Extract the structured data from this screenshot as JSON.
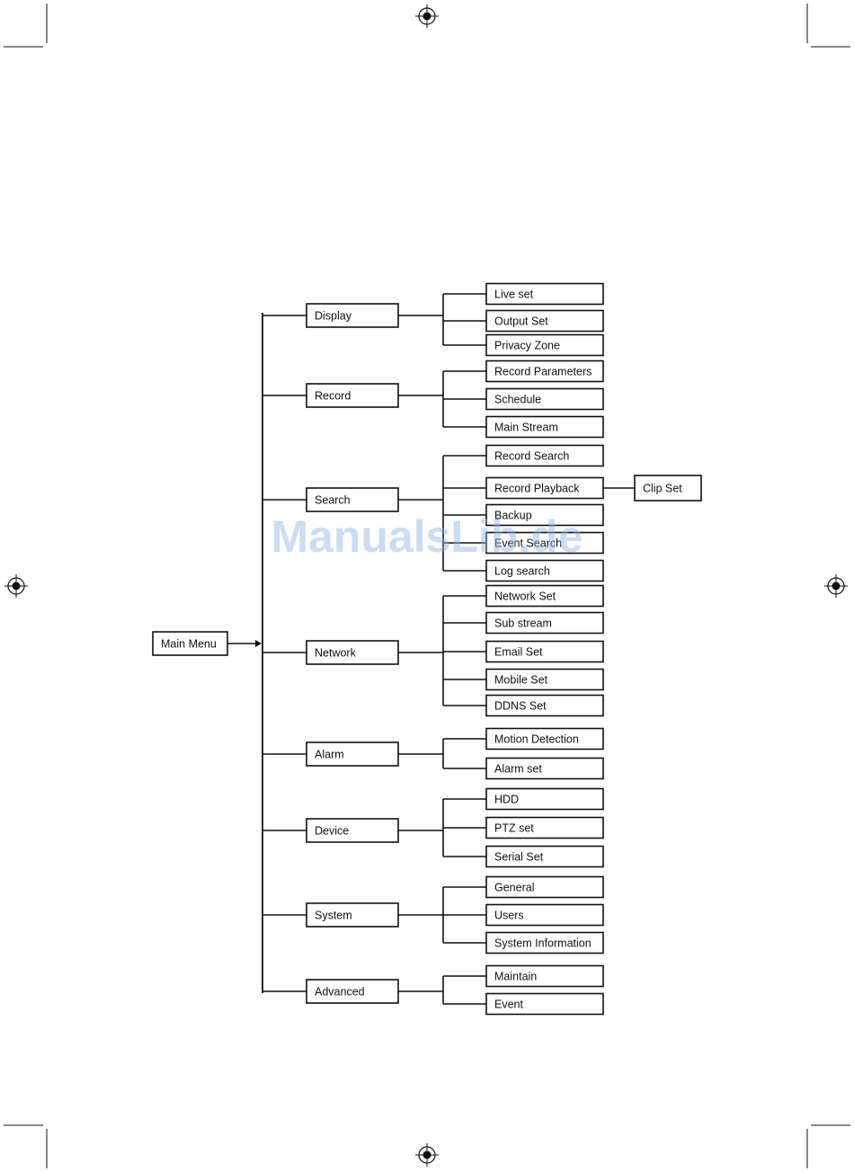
{
  "root": "Main Menu",
  "categories": [
    {
      "label": "Display",
      "items": [
        "Live set",
        "Output Set",
        "Privacy Zone"
      ]
    },
    {
      "label": "Record",
      "items": [
        "Record Parameters",
        "Schedule",
        "Main Stream"
      ]
    },
    {
      "label": "Search",
      "items": [
        "Record Search",
        "Record Playback",
        "Backup",
        "Event Search",
        "Log search"
      ]
    },
    {
      "label": "Network",
      "items": [
        "Network Set",
        "Sub stream",
        "Email Set",
        "Mobile Set",
        "DDNS Set"
      ]
    },
    {
      "label": "Alarm",
      "items": [
        "Motion Detection",
        "Alarm set"
      ]
    },
    {
      "label": "Device",
      "items": [
        "HDD",
        "PTZ set",
        "Serial Set"
      ]
    },
    {
      "label": "System",
      "items": [
        "General",
        "Users",
        "System Information"
      ]
    },
    {
      "label": "Advanced",
      "items": [
        "Maintain",
        "Event"
      ]
    }
  ],
  "extra": {
    "parent": "Record Playback",
    "label": "Clip Set"
  },
  "watermark": "ManualsLib.de"
}
